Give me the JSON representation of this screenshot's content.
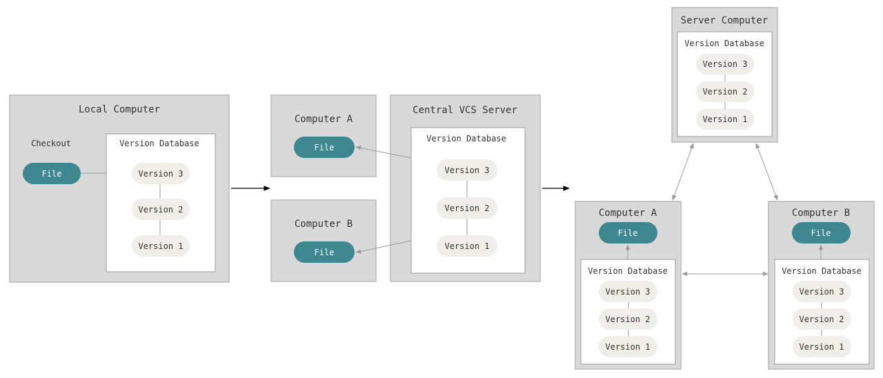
{
  "colors": {
    "computer_fill": "#d9d9d9",
    "computer_stroke": "#b8b8b8",
    "db_fill": "#ffffff",
    "db_stroke": "#9a9a9a",
    "file_fill": "#3e8791",
    "version_fill": "#efeee9",
    "connector": "#999999",
    "arrow": "#000000"
  },
  "local": {
    "computer_title": "Local Computer",
    "checkout_label": "Checkout",
    "file_label": "File",
    "database_title": "Version Database",
    "versions": [
      "Version 3",
      "Version 2",
      "Version 1"
    ]
  },
  "centralized": {
    "computer_a": {
      "title": "Computer A",
      "file_label": "File"
    },
    "computer_b": {
      "title": "Computer B",
      "file_label": "File"
    },
    "server": {
      "title": "Central VCS Server",
      "database_title": "Version Database",
      "versions": [
        "Version 3",
        "Version 2",
        "Version 1"
      ]
    }
  },
  "distributed": {
    "server": {
      "title": "Server Computer",
      "database_title": "Version Database",
      "versions": [
        "Version 3",
        "Version 2",
        "Version 1"
      ]
    },
    "computer_a": {
      "title": "Computer A",
      "file_label": "File",
      "database_title": "Version Database",
      "versions": [
        "Version 3",
        "Version 2",
        "Version 1"
      ]
    },
    "computer_b": {
      "title": "Computer B",
      "file_label": "File",
      "database_title": "Version Database",
      "versions": [
        "Version 3",
        "Version 2",
        "Version 1"
      ]
    }
  }
}
